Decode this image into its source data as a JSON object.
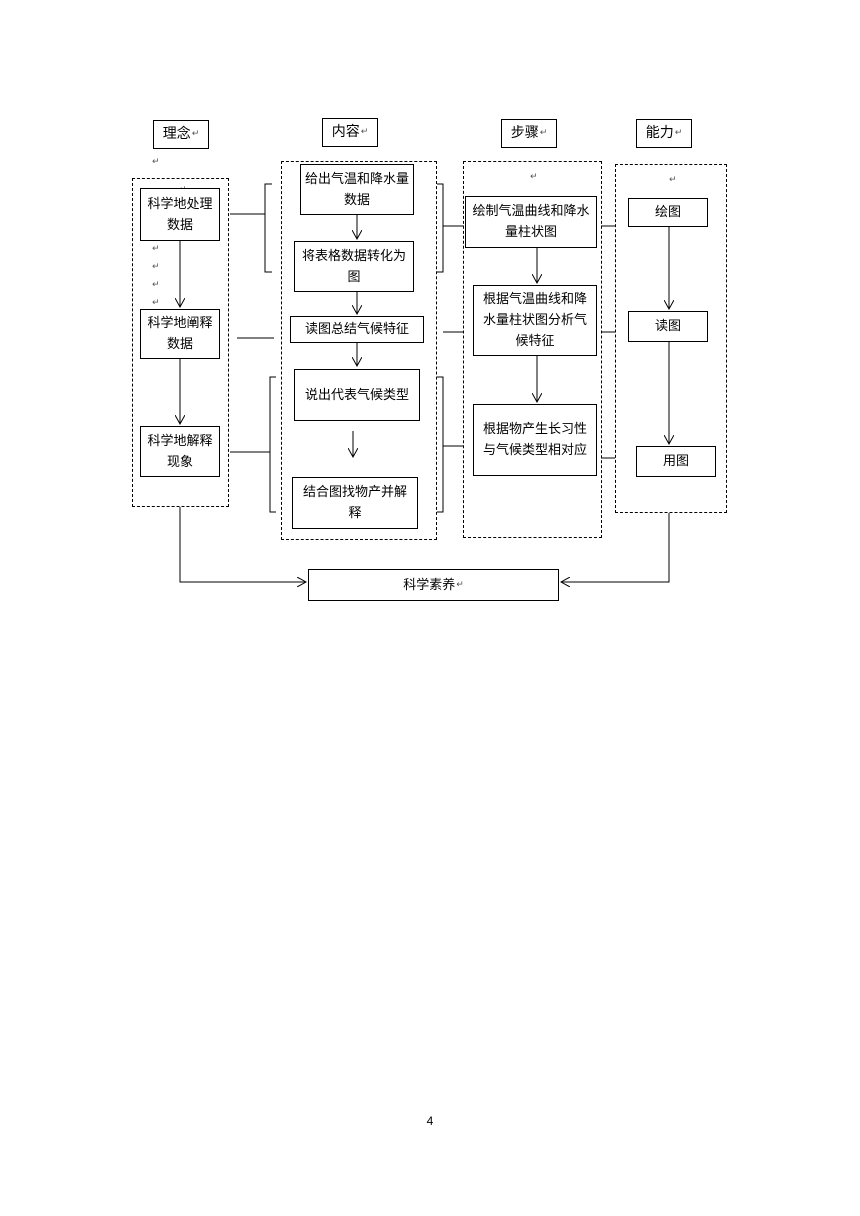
{
  "return_mark": "↵",
  "headers": {
    "concept": "理念",
    "content": "内容",
    "steps": "步骤",
    "ability": "能力"
  },
  "concept": {
    "process": "科学地处理数据",
    "explain": "科学地阐释数据",
    "interpret": "科学地解释现象"
  },
  "content": {
    "give_data": "给出气温和降水量数据",
    "convert": "将表格数据转化为图",
    "read_summarize": "读图总结气候特征",
    "name_type": "说出代表气候类型",
    "combine": "结合图找物产并解释"
  },
  "steps": {
    "draw": "绘制气温曲线和降水量柱状图",
    "analyze": "根据气温曲线和降水量柱状图分析气候特征",
    "match": "根据物产生长习性与气候类型相对应"
  },
  "ability": {
    "draw": "绘图",
    "read": "读图",
    "use": "用图"
  },
  "literacy": "科学素养",
  "page_number": "4"
}
